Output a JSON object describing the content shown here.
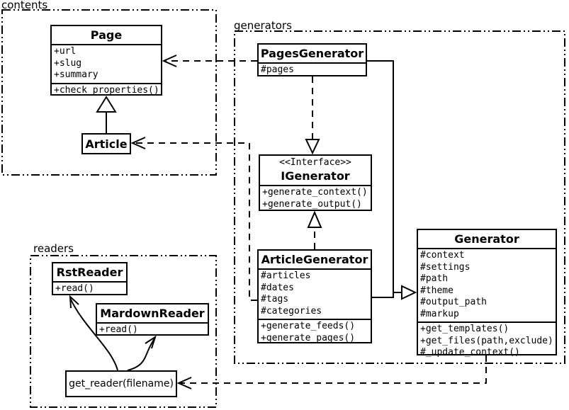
{
  "packages": {
    "contents": {
      "label": "contents"
    },
    "generators": {
      "label": "generators"
    },
    "readers": {
      "label": "readers"
    }
  },
  "classes": {
    "page": {
      "name": "Page",
      "attributes": [
        "+url",
        "+slug",
        "+summary"
      ],
      "methods": [
        "+check_properties()"
      ]
    },
    "article": {
      "name": "Article"
    },
    "pages_generator": {
      "name": "PagesGenerator",
      "attributes": [
        "#pages"
      ]
    },
    "igenerator": {
      "stereotype": "<<Interface>>",
      "name": "IGenerator",
      "methods": [
        "+generate_context()",
        "+generate_output()"
      ]
    },
    "article_generator": {
      "name": "ArticleGenerator",
      "attributes": [
        "#articles",
        "#dates",
        "#tags",
        "#categories"
      ],
      "methods": [
        "+generate_feeds()",
        "+generate_pages()"
      ]
    },
    "generator": {
      "name": "Generator",
      "attributes": [
        "#context",
        "#settings",
        "#path",
        "#theme",
        "#output_path",
        "#markup"
      ],
      "methods": [
        "+get_templates()",
        "+get_files(path,exclude)",
        "#_update_context()"
      ]
    },
    "rst_reader": {
      "name": "RstReader",
      "methods": [
        "+read()"
      ]
    },
    "mardown_reader": {
      "name": "MardownReader",
      "methods": [
        "+read()"
      ]
    },
    "get_reader": {
      "name": "get_reader(filename)"
    }
  },
  "relationships": [
    {
      "type": "inheritance",
      "from": "Article",
      "to": "Page"
    },
    {
      "type": "realization",
      "from": "PagesGenerator",
      "to": "IGenerator"
    },
    {
      "type": "realization",
      "from": "ArticleGenerator",
      "to": "IGenerator"
    },
    {
      "type": "inheritance",
      "from": "PagesGenerator",
      "to": "Generator"
    },
    {
      "type": "inheritance",
      "from": "ArticleGenerator",
      "to": "Generator"
    },
    {
      "type": "dependency",
      "from": "PagesGenerator",
      "to": "Page"
    },
    {
      "type": "dependency",
      "from": "ArticleGenerator",
      "to": "Article"
    },
    {
      "type": "dependency",
      "from": "Generator",
      "to": "get_reader(filename)"
    },
    {
      "type": "association",
      "from": "get_reader(filename)",
      "to": "RstReader"
    },
    {
      "type": "association",
      "from": "get_reader(filename)",
      "to": "MardownReader"
    }
  ],
  "colors": {
    "line": "#000000",
    "background": "#ffffff",
    "box_fill": "#ffffff"
  }
}
